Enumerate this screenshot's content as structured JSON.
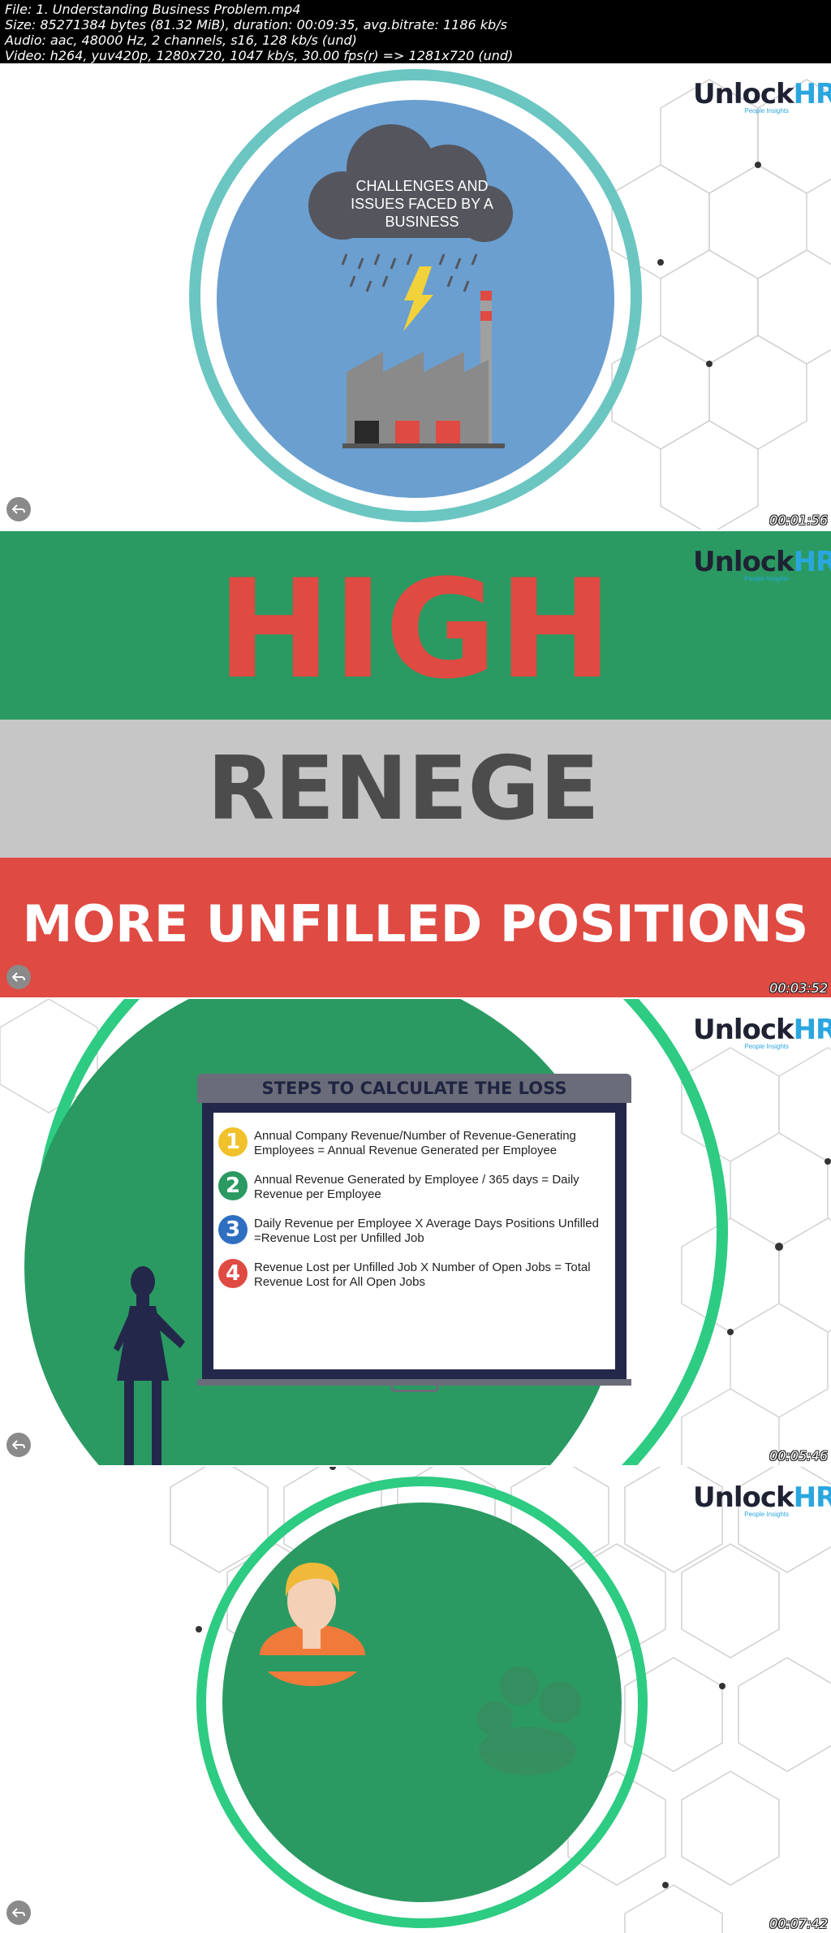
{
  "header": {
    "line1": "File: 1. Understanding Business Problem.mp4",
    "line2": "Size: 85271384 bytes (81.32 MiB), duration: 00:09:35, avg.bitrate: 1186 kb/s",
    "line3": "Audio: aac, 48000 Hz, 2 channels, s16, 128 kb/s (und)",
    "line4": "Video: h264, yuv420p, 1280x720, 1047 kb/s, 30.00 fps(r) => 1281x720 (und)"
  },
  "logo": {
    "u": "U",
    "rest": "nlock",
    "hr": "HR",
    "tagline": "People Insights"
  },
  "colors": {
    "green": "#2a9a62",
    "red": "#df4a42",
    "gray": "#c6c6c6",
    "teal_ring": "#6bc6c2",
    "blue_circle": "#6a9fd0",
    "board": "#23284a"
  },
  "frames": [
    {
      "timestamp": "00:01:56",
      "cloud_text": "CHALLENGES AND ISSUES FACED BY A BUSINESS"
    },
    {
      "timestamp": "00:03:52",
      "line1": "HIGH",
      "line2": "RENEGE",
      "line3": "MORE UNFILLED POSITIONS"
    },
    {
      "timestamp": "00:05:46",
      "board_title": "STEPS TO CALCULATE THE LOSS",
      "steps": [
        {
          "num": "1",
          "color": "#f0c12a",
          "text": "Annual Company Revenue/Number of Revenue-Generating Employees = Annual Revenue Generated per Employee"
        },
        {
          "num": "2",
          "color": "#2a9a62",
          "text": "Annual Revenue Generated by Employee / 365 days = Daily Revenue per Employee"
        },
        {
          "num": "3",
          "color": "#2f6fc2",
          "text": "Daily Revenue per Employee X Average Days Positions Unfilled =Revenue Lost per Unfilled Job"
        },
        {
          "num": "4",
          "color": "#df4a42",
          "text": "Revenue Lost per Unfilled Job X Number of Open Jobs = Total Revenue Lost for All Open Jobs"
        }
      ]
    },
    {
      "timestamp": "00:07:42"
    }
  ]
}
